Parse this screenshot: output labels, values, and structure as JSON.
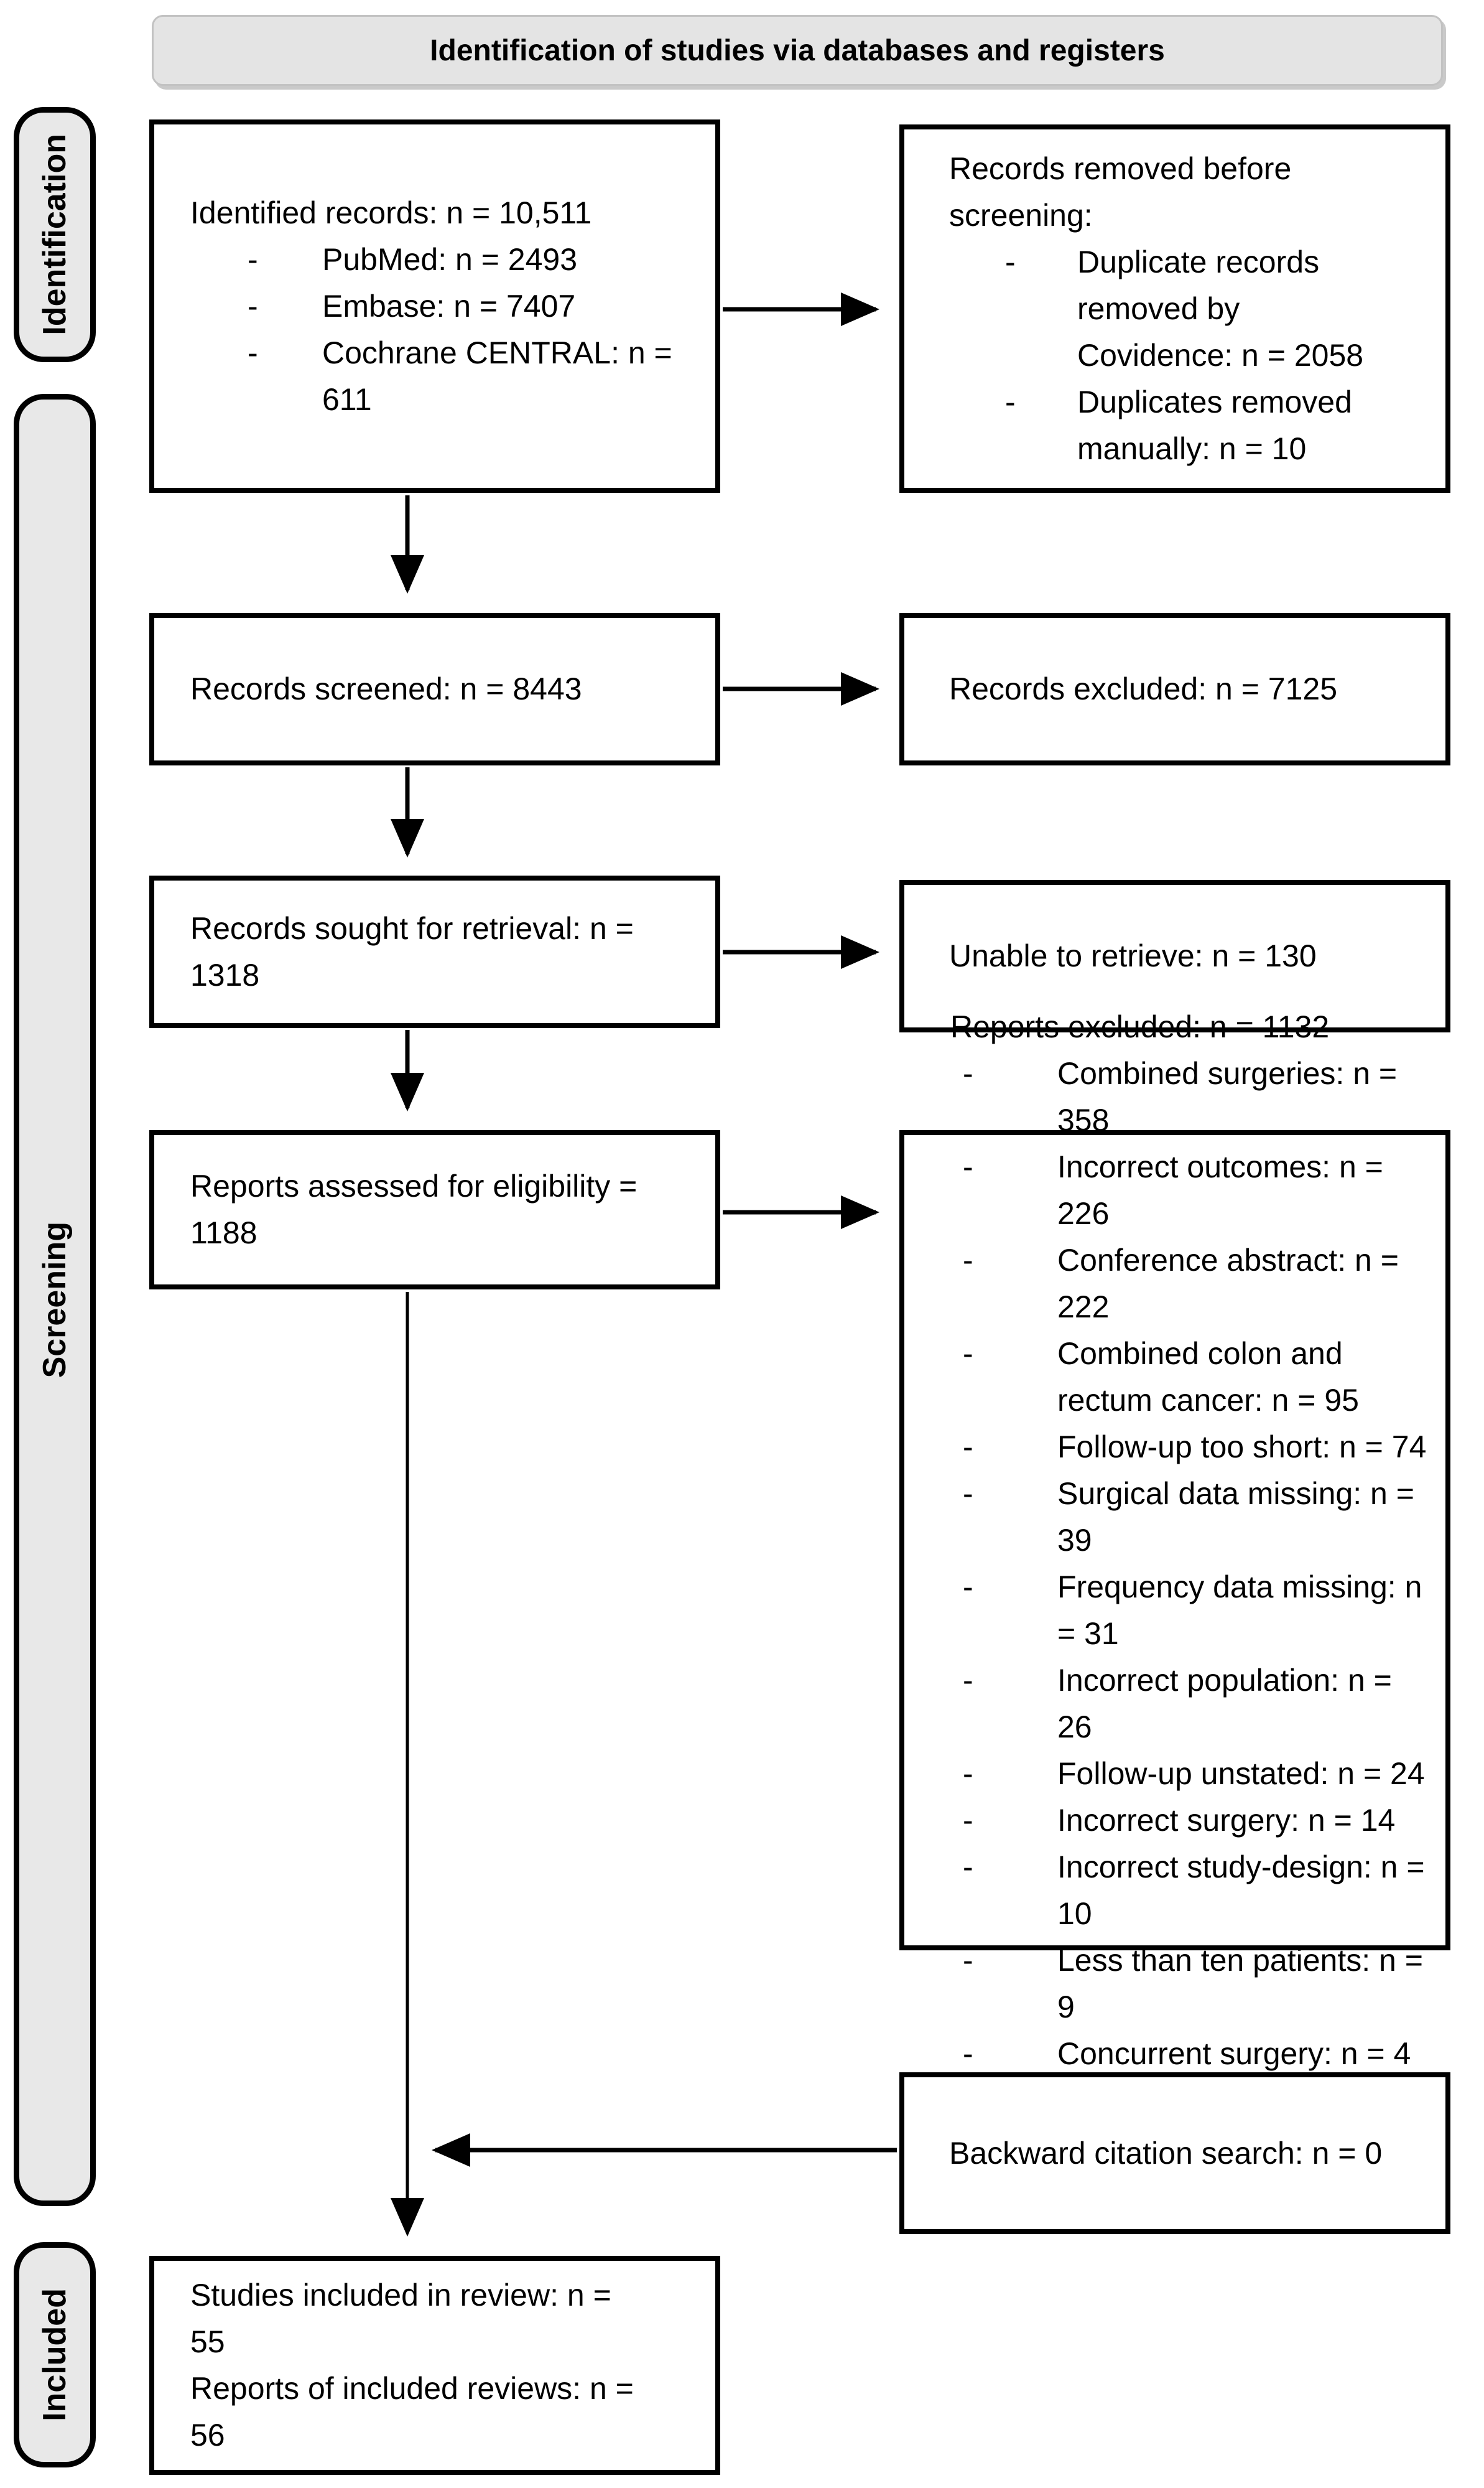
{
  "title": "Identification of studies via databases and registers",
  "sidebar": {
    "identification": "Identification",
    "screening": "Screening",
    "included": "Included"
  },
  "boxes": {
    "identified": {
      "heading": "Identified records: n = 10,511",
      "bullets": [
        "PubMed: n = 2493",
        "Embase: n = 7407",
        "Cochrane CENTRAL: n = 611"
      ]
    },
    "removed": {
      "heading": "Records removed before screening:",
      "bullets": [
        "Duplicate records removed by Covidence: n = 2058",
        "Duplicates removed manually: n = 10"
      ]
    },
    "screened": {
      "text": "Records screened: n = 8443"
    },
    "records_excluded": {
      "text": "Records excluded: n = 7125"
    },
    "sought": {
      "text": "Records sought for retrieval: n = 1318"
    },
    "unable": {
      "text": "Unable to retrieve: n = 130"
    },
    "assessed": {
      "text": "Reports assessed for eligibility = 1188"
    },
    "reports_excluded": {
      "heading": "Reports excluded: n = 1132",
      "bullets": [
        "Combined surgeries: n = 358",
        "Incorrect outcomes: n = 226",
        "Conference abstract: n = 222",
        "Combined colon and rectum cancer: n = 95",
        "Follow-up too short: n = 74",
        "Surgical data missing: n = 39",
        "Frequency data missing: n = 31",
        "Incorrect population: n = 26",
        "Follow-up unstated: n = 24",
        "Incorrect surgery: n = 14",
        "Incorrect study-design: n = 10",
        "Less than ten patients: n = 9",
        "Concurrent surgery: n = 4"
      ]
    },
    "backward": {
      "text": "Backward citation search: n = 0"
    },
    "included_final": {
      "line1": "Studies included in review: n = 55",
      "line2": "Reports of included reviews: n = 56"
    }
  },
  "colors": {
    "line": "#000000",
    "pill_fill": "#e8e8e8",
    "banner_fill": "#e4e4e4",
    "box_fill": "#ffffff"
  }
}
